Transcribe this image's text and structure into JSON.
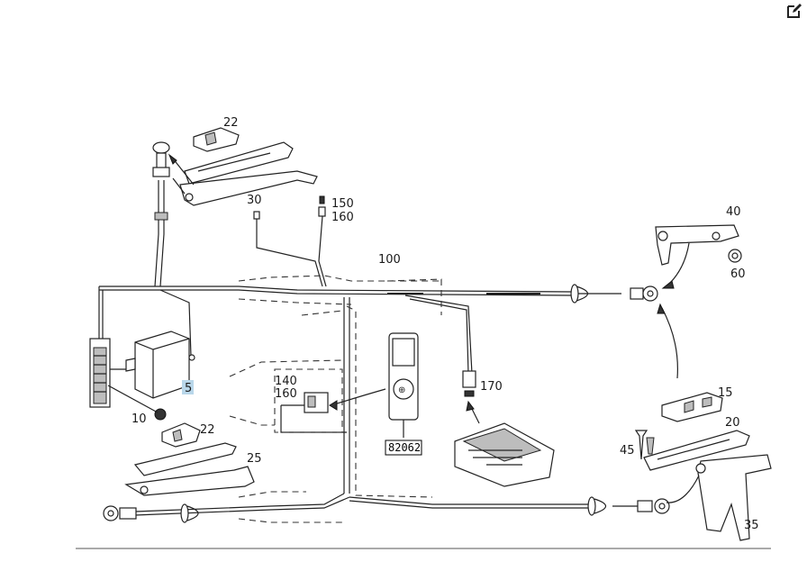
{
  "toolbar": {
    "edit_icon": "edit-icon"
  },
  "callouts": {
    "c22_top": "22",
    "c30": "30",
    "c150": "150",
    "c160_top": "160",
    "c100": "100",
    "c40": "40",
    "c60": "60",
    "c5": "5",
    "c10": "10",
    "c140": "140",
    "c160_mid": "160",
    "c170": "170",
    "c82062": "82062",
    "c15": "15",
    "c22_bot": "22",
    "c25": "25",
    "c20": "20",
    "c45": "45",
    "c35": "35"
  },
  "colors": {
    "highlight": "#b9d7ea",
    "line": "#222222"
  }
}
